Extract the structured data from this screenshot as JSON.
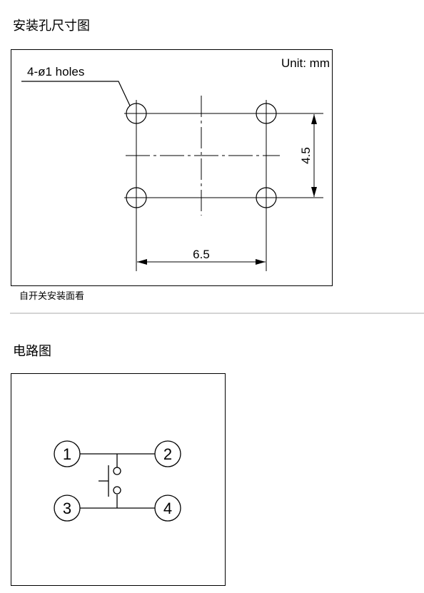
{
  "mounting": {
    "title": "安装孔尺寸图",
    "unit_label": "Unit: mm",
    "holes_label": "4-ø1 holes",
    "dim_horizontal": "6.5",
    "dim_vertical": "4.5",
    "caption": "自开关安装面看"
  },
  "circuit": {
    "title": "电路图",
    "terminals": [
      "1",
      "2",
      "3",
      "4"
    ]
  }
}
